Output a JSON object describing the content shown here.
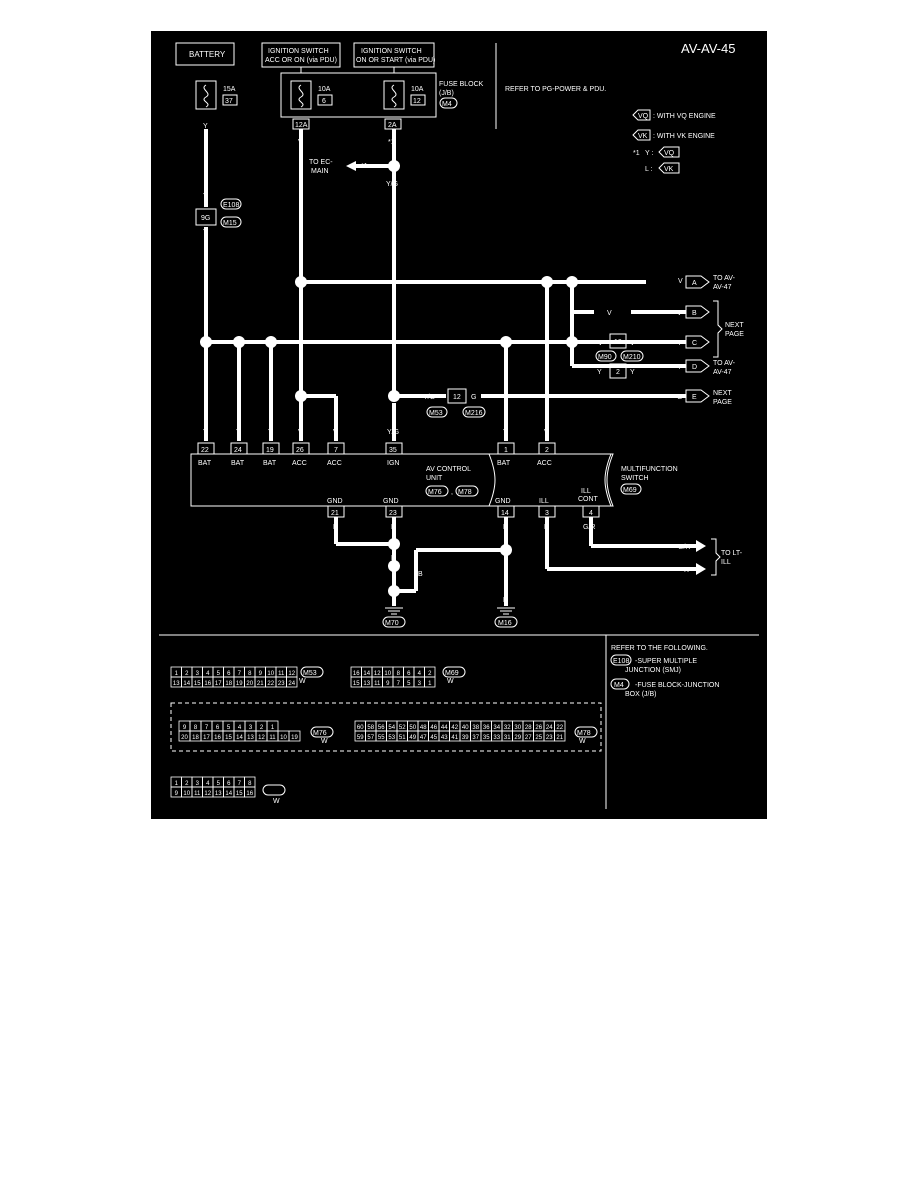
{
  "page_id": "AV-AV-45",
  "top": {
    "battery": "BATTERY",
    "ign_acc_1": "IGNITION SWITCH",
    "ign_acc_2": "ACC OR ON (via PDU)",
    "ign_start_1": "IGNITION SWITCH",
    "ign_start_2": "ON OR START (via PDU)",
    "fuse_block_1": "FUSE BLOCK",
    "fuse_block_2": "(J/B)",
    "fuse_block_conn": "M4",
    "refer_pg": "REFER TO PG-POWER & PDU."
  },
  "fuses": {
    "f1_amp": "15A",
    "f1_num": "37",
    "f2_amp": "10A",
    "f2_num": "6",
    "f3_amp": "10A",
    "f3_num": "12",
    "f2_term": "12A",
    "f3_term": "2A"
  },
  "legend": {
    "vq_sym": "VQ",
    "vq_text": ": WITH VQ ENGINE",
    "vk_sym": "VK",
    "vk_text": ": WITH VK ENGINE",
    "star_label": "*1",
    "star_y": "Y :",
    "star_l": "L :"
  },
  "labels": {
    "to_ec_1": "TO EC-",
    "to_ec_2": "MAIN",
    "star": "*1",
    "to_av47_a_1": "TO AV-",
    "to_av47_a_2": "AV-47",
    "next_page_1": "NEXT",
    "next_page_2": "PAGE",
    "to_av47_d_1": "TO AV-",
    "to_av47_d_2": "AV-47",
    "to_lt_1": "TO LT-",
    "to_lt_2": "ILL"
  },
  "connectors": {
    "e108": "E108",
    "m15": "M15",
    "c9g": "9G",
    "c10": "10",
    "m90": "M90",
    "m210": "M210",
    "c2": "2",
    "c12": "12",
    "m53": "M53",
    "m216": "M216",
    "m76": "M76",
    "m78": "M78",
    "m69": "M69",
    "m70": "M70",
    "m16": "M16"
  },
  "offpage": {
    "a": "A",
    "b": "B",
    "c": "C",
    "d": "D",
    "e": "E"
  },
  "wires": {
    "y": "Y",
    "v": "V",
    "yg": "Y/G",
    "g": "G",
    "b": "B",
    "r": "R",
    "gr": "G/R",
    "star": "*1"
  },
  "av_unit": {
    "name_1": "AV CONTROL",
    "name_2": "UNIT",
    "pins": [
      {
        "num": "22",
        "name": "BAT"
      },
      {
        "num": "24",
        "name": "BAT"
      },
      {
        "num": "19",
        "name": "BAT"
      },
      {
        "num": "26",
        "name": "ACC"
      },
      {
        "num": "7",
        "name": "ACC"
      },
      {
        "num": "35",
        "name": "IGN"
      }
    ],
    "gnd": [
      {
        "num": "21",
        "name": "GND"
      },
      {
        "num": "23",
        "name": "GND"
      }
    ]
  },
  "mfs": {
    "name_1": "MULTIFUNCTION",
    "name_2": "SWITCH",
    "pins": [
      {
        "num": "1",
        "name": "BAT"
      },
      {
        "num": "2",
        "name": "ACC"
      }
    ],
    "bottom": [
      {
        "num": "14",
        "name": "GND"
      },
      {
        "num": "3",
        "name": "ILL"
      },
      {
        "num": "4",
        "name": "ILL CONT"
      }
    ]
  },
  "refer": {
    "title": "REFER TO THE FOLLOWING.",
    "e108_text_1": "-SUPER MULTIPLE",
    "e108_text_2": "JUNCTION (SMJ)",
    "m4_text_1": "-FUSE BLOCK-JUNCTION",
    "m4_text_2": "BOX (J/B)"
  },
  "face": {
    "m53_row1": [
      "1",
      "2",
      "3",
      "4",
      "5",
      "6",
      "7",
      "8",
      "9",
      "10",
      "11",
      "12"
    ],
    "m53_row2": [
      "13",
      "14",
      "15",
      "16",
      "17",
      "18",
      "19",
      "20",
      "21",
      "22",
      "23",
      "24"
    ],
    "m69_row1": [
      "16",
      "14",
      "12",
      "10",
      "8",
      "6",
      "4",
      "2"
    ],
    "m69_row2": [
      "15",
      "13",
      "11",
      "9",
      "7",
      "5",
      "3",
      "1"
    ],
    "m76_row1": [
      "9",
      "8",
      "7",
      "6",
      "5",
      "4",
      "3",
      "2",
      "1"
    ],
    "m76_row2": [
      "20",
      "18",
      "17",
      "16",
      "15",
      "14",
      "13",
      "12",
      "11",
      "10",
      "19"
    ],
    "m78_row1": [
      "60",
      "58",
      "56",
      "54",
      "52",
      "50",
      "48",
      "46",
      "44",
      "42",
      "40",
      "38",
      "36",
      "34",
      "32",
      "30",
      "28",
      "26",
      "24",
      "22"
    ],
    "m78_row2": [
      "59",
      "57",
      "55",
      "53",
      "51",
      "49",
      "47",
      "45",
      "43",
      "41",
      "39",
      "37",
      "35",
      "33",
      "31",
      "29",
      "27",
      "25",
      "23",
      "21"
    ],
    "m215_row1": [
      "1",
      "2",
      "3",
      "4",
      "5",
      "6",
      "7",
      "8"
    ],
    "m215_row2": [
      "9",
      "10",
      "11",
      "12",
      "13",
      "14",
      "15",
      "16"
    ],
    "color_w": "W"
  }
}
